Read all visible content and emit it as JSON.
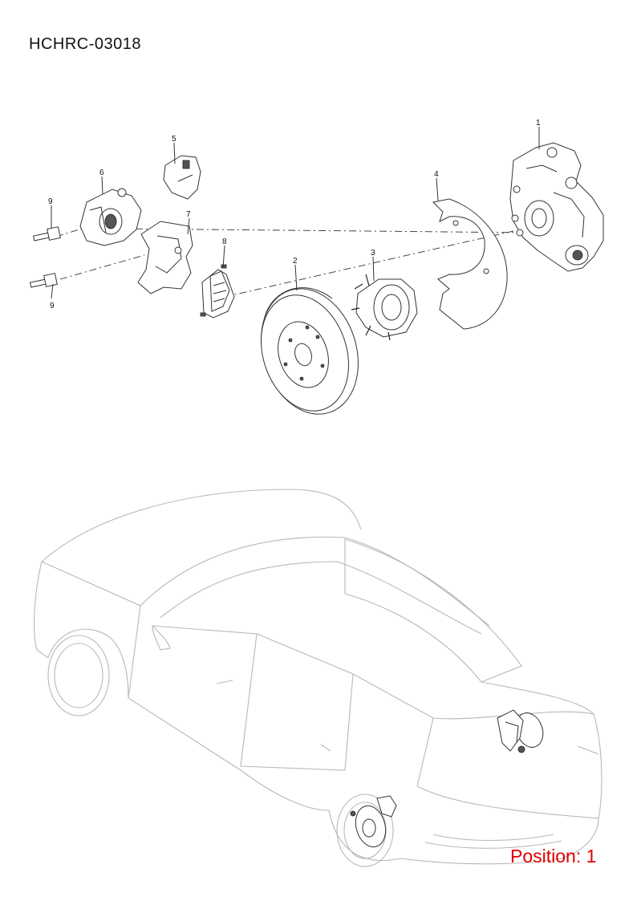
{
  "diagram_code": "HCHRC-03018",
  "position_label": "Position: 1",
  "callouts": [
    {
      "id": "c1",
      "text": "1"
    },
    {
      "id": "c2",
      "text": "2"
    },
    {
      "id": "c3",
      "text": "3"
    },
    {
      "id": "c4",
      "text": "4"
    },
    {
      "id": "c5",
      "text": "5"
    },
    {
      "id": "c6",
      "text": "6"
    },
    {
      "id": "c7",
      "text": "7"
    },
    {
      "id": "c8",
      "text": "8"
    },
    {
      "id": "c9a",
      "text": "9"
    },
    {
      "id": "c9b",
      "text": "9"
    }
  ],
  "colors": {
    "position_text": "#e00000",
    "line": "#333333",
    "car_outline": "#b8b8b8"
  }
}
